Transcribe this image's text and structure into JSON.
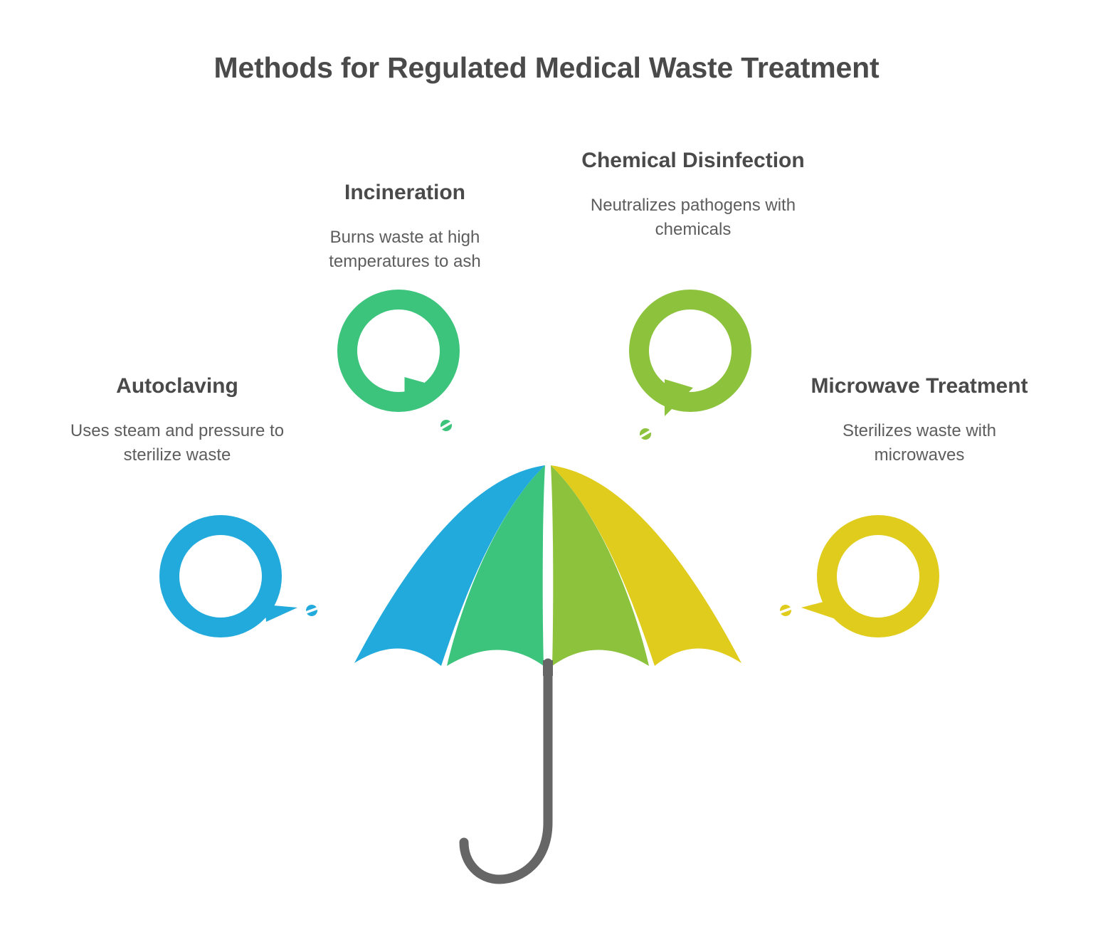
{
  "title": "Methods for Regulated Medical Waste Treatment",
  "colors": {
    "title_text": "#4a4a4a",
    "body_text": "#5d5d5d",
    "background": "#ffffff",
    "blue": "#22aadc",
    "green": "#3cc47c",
    "olive": "#8cc23c",
    "yellow": "#e0cc1c",
    "handle_gray": "#666666"
  },
  "methods": [
    {
      "id": "incineration",
      "title": "Incineration",
      "description": "Burns waste at high temperatures to ash",
      "color": "#3cc47c",
      "icon": "speech-bubble-ring-icon",
      "tail": "down-right"
    },
    {
      "id": "chemical-disinfection",
      "title": "Chemical Disinfection",
      "description": "Neutralizes pathogens with chemicals",
      "color": "#8cc23c",
      "icon": "speech-bubble-ring-icon",
      "tail": "down-left"
    },
    {
      "id": "autoclaving",
      "title": "Autoclaving",
      "description": "Uses steam and pressure to sterilize waste",
      "color": "#22aadc",
      "icon": "speech-bubble-ring-icon",
      "tail": "right"
    },
    {
      "id": "microwave-treatment",
      "title": "Microwave Treatment",
      "description": "Sterilizes waste with microwaves",
      "color": "#e0cc1c",
      "icon": "speech-bubble-ring-icon",
      "tail": "left"
    }
  ],
  "illustration": {
    "name": "umbrella-illustration",
    "panels": [
      {
        "name": "panel-blue",
        "color": "#22aadc"
      },
      {
        "name": "panel-green",
        "color": "#3cc47c"
      },
      {
        "name": "panel-olive",
        "color": "#8cc23c"
      },
      {
        "name": "panel-yellow",
        "color": "#e0cc1c"
      }
    ],
    "handle_color": "#666666"
  }
}
